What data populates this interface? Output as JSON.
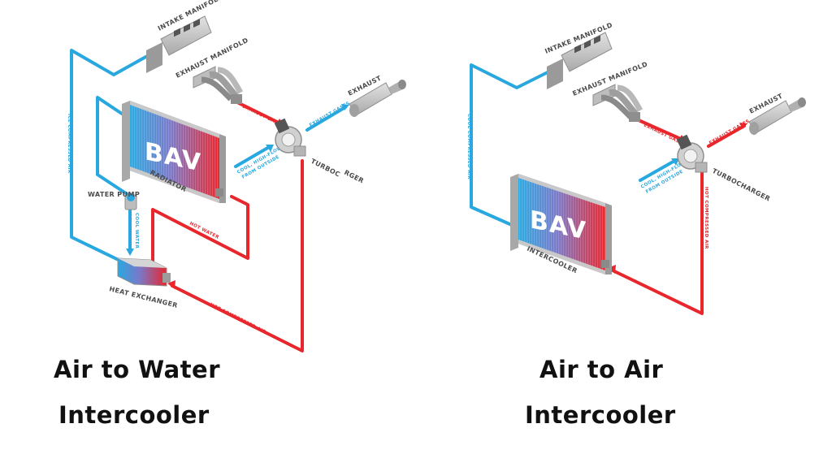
{
  "colors": {
    "cold": "#29a8e0",
    "hot": "#e8262c",
    "metal": "#c9c9c9",
    "metal_dark": "#8e8e8e"
  },
  "left": {
    "caption_line1": "Air to Water",
    "caption_line2": "Intercooler",
    "labels": {
      "intake_manifold": "INTAKE MANIFOLD",
      "exhaust_manifold": "EXHAUST MANIFOLD",
      "exhaust": "EXHAUST",
      "turbocharger_a": "TURBOC",
      "turbocharger_b": "RGER",
      "radiator": "RADIATOR",
      "water_pump": "WATER PUMP",
      "heat_exchanger": "HEAT EXCHANGER",
      "radiator_logo": "BAV"
    },
    "pipe_labels": {
      "exhaust_gases_in": "EXHAUST GASES",
      "exhaust_gases_out": "EXHAUST GASES",
      "cool_air_1": "COOL, HIGH-FLOW AIR",
      "cool_air_2": "FROM OUTSIDE",
      "hot_water": "HOT WATER",
      "hot_compressed_air": "HOT COMPRESSED AIR",
      "cool_compressed_air": "ICE COMPRESSED AIR",
      "cool_water": "COOL WATER"
    }
  },
  "right": {
    "caption_line1": "Air to Air",
    "caption_line2": "Intercooler",
    "labels": {
      "intake_manifold": "INTAKE MANIFOLD",
      "exhaust_manifold": "EXHAUST MANIFOLD",
      "exhaust": "EXHAUST",
      "turbocharger": "TURBOCHARGER",
      "intercooler": "INTERCOOLER",
      "intercooler_logo": "BAV"
    },
    "pipe_labels": {
      "exhaust_gases_in": "EXHAUST GASES",
      "exhaust_gases_out": "EXHAUST GASES",
      "cool_air_1": "COOL, HIGH-FLOW AIR",
      "cool_air_2": "FROM OUTSIDE",
      "hot_compressed_air": "HOT COMPRESSED AIR",
      "cool_compressed_air": "COOL COMPRESSED AIR"
    }
  }
}
